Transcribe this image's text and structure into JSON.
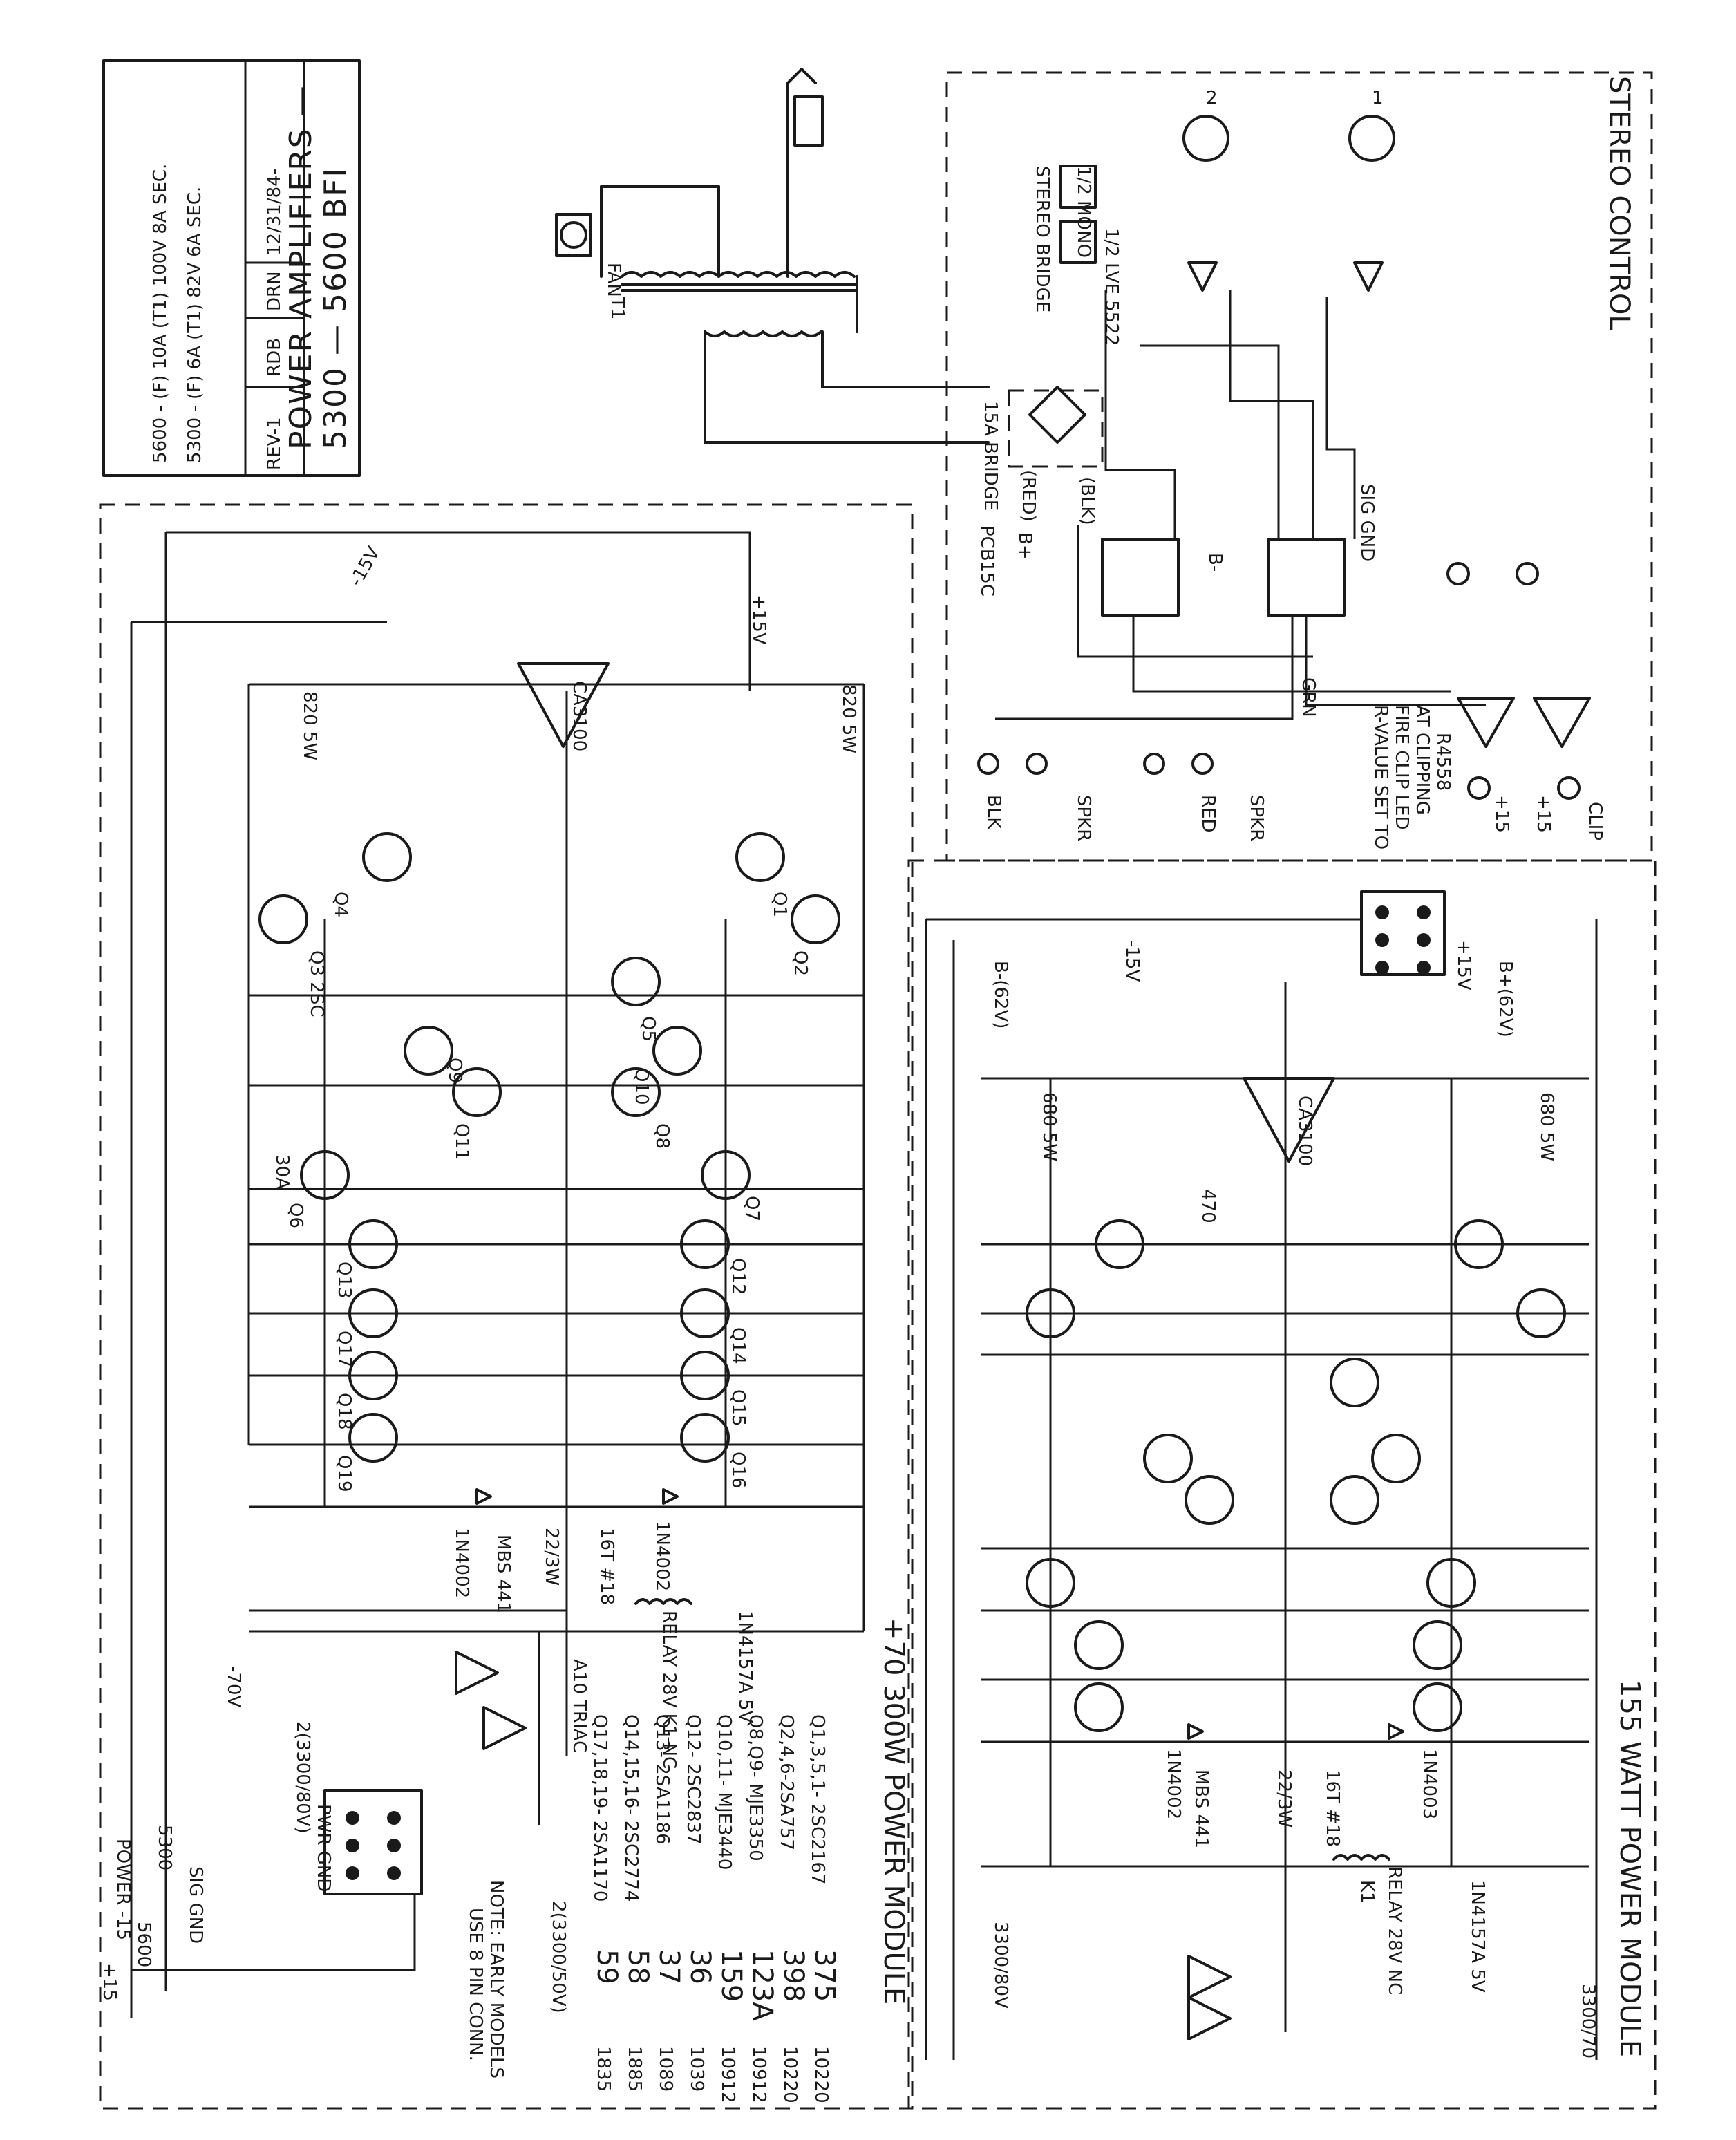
{
  "title_block": {
    "line1": "5300 — 5600   BFI",
    "line2": "POWER AMPLIFIERS —",
    "date": "12/31/84-",
    "col_drn": "DRN",
    "col_rdb": "RDB",
    "col_rev": "REV-1",
    "spec1": "5300 - (F) 6A    (T1) 82V 6A SEC.",
    "spec2": "5600 - (F) 10A   (T1) 100V 8A SEC."
  },
  "sections": {
    "stereo_control": "STEREO CONTROL",
    "power_300": "+70  300W POWER MODULE",
    "power_155": "155 WATT POWER MODULE",
    "pcb": "PCB15C",
    "bridge": "15A BRIDGE",
    "stereo_bridge": "STEREO BRIDGE",
    "mono": "1/2 MONO",
    "mono_ic": "1/2 LVE 5522",
    "fan": "FAN",
    "t1": "T1"
  },
  "power_300_labels": {
    "ic": "CA3100",
    "v_neg15": "-15V",
    "v_pos15": "+15V",
    "v_neg70": "-70V",
    "r820a": "820 5W",
    "r820b": "820 5W",
    "relay": "RELAY 28V K1-NC",
    "relay_diode": "1N4157A 5V",
    "coil": "MBS 441",
    "coil_r": "22/3W",
    "tap": "16T #18",
    "pwr_gnd": "PWR GND",
    "sig_gnd": "SIG GND",
    "p5300": "5300",
    "p5600": "5600",
    "power_rail": "POWER -15",
    "plus15": "+15",
    "cap_big": "2(3300/50V)",
    "cap_big2": "2(3300/80V)",
    "triac": "A10 TRIAC",
    "note1": "NOTE: EARLY MODELS",
    "note2": "USE 8 PIN CONN.",
    "diode1": "1N4002",
    "diode2": "1N4002",
    "q_q1": "Q1",
    "q_q2": "Q2",
    "q_q3": "Q3 2SC",
    "q_q4": "Q4",
    "q_q5": "Q5",
    "q_q7": "Q7",
    "q_q8": "Q8",
    "q_q9": "Q9",
    "q_q10": "Q10",
    "q_q11": "Q11",
    "q_q12": "Q12",
    "q_q13": "Q13",
    "q_q14": "Q14",
    "q_q15": "Q15",
    "q_q16": "Q16",
    "q_q17": "Q17",
    "q_q18": "Q18",
    "q_q19": "Q19",
    "q_q6": "Q6",
    "q6_spec": "30A"
  },
  "parts_list": [
    {
      "part": "Q1,3,5,1- 2SC2167",
      "code": "375",
      "num": "10220"
    },
    {
      "part": "Q2,4,6-2SA757",
      "code": "398",
      "num": "10220"
    },
    {
      "part": "Q8,Q9- MJE3350",
      "code": "123A",
      "num": "10912"
    },
    {
      "part": "Q10,11- MJE3440",
      "code": "159",
      "num": "10912"
    },
    {
      "part": "Q12- 2SC2837",
      "code": "36",
      "num": "1039"
    },
    {
      "part": "Q13- 2SA1186",
      "code": "37",
      "num": "1089"
    },
    {
      "part": "Q14,15,16- 2SC2774",
      "code": "58",
      "num": "1885"
    },
    {
      "part": "Q17,18,19- 2SA1170",
      "code": "59",
      "num": "1835"
    }
  ],
  "power_155_labels": {
    "ic": "CA3100",
    "v_neg": "B-(62V)",
    "v_pos": "B+(62V)",
    "r680a": "680 5W",
    "r680b": "680 5W",
    "rail_neg": "-15V",
    "rail_pos": "+15V",
    "relay": "RELAY 28V NC",
    "relay_k": "K1",
    "relay_diode": "1N4157A 5V",
    "coil": "MBS 441",
    "coil_r": "22/3W",
    "tap": "16T #18",
    "cap_big": "3300/80V",
    "cap_big2": "3300/70",
    "diode_a": "1N4002",
    "diode_b": "1N4003",
    "r470": "470"
  },
  "stereo_labels": {
    "out_blk": "BLK",
    "out_red": "RED",
    "spkr1": "SPKR",
    "spkr2": "SPKR",
    "grn": "GRN",
    "clip": "CLIP",
    "plus15a": "+15",
    "plus15b": "+15",
    "b_plus": "B+",
    "b_minus": "B-",
    "red": "(RED)",
    "blk": "(BLK)",
    "sig_gnd": "SIG GND",
    "clip_note1": "R-VALUE SET TO",
    "clip_note2": "FIRE CLIP LED",
    "clip_note3": "AT CLIPPING",
    "r4558": "R4558",
    "ch2": "2",
    "ch1": "1"
  }
}
